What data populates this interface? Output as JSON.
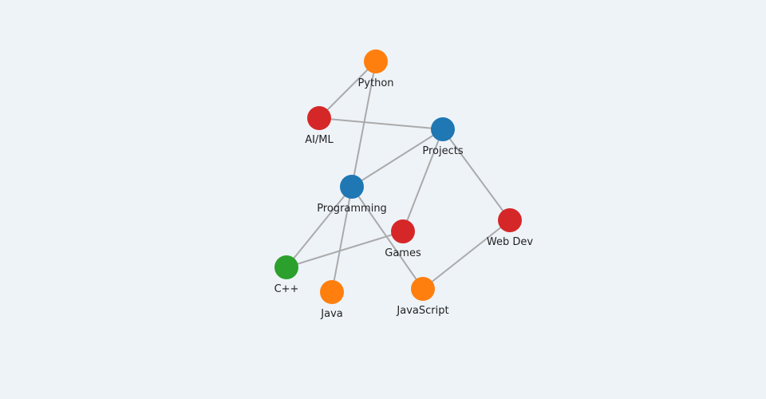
{
  "graph": {
    "nodes": [
      {
        "id": "Python",
        "label": "Python",
        "color": "#ff7f0e"
      },
      {
        "id": "AI/ML",
        "label": "AI/ML",
        "color": "#d62728"
      },
      {
        "id": "Projects",
        "label": "Projects",
        "color": "#1f77b4"
      },
      {
        "id": "Programming",
        "label": "Programming",
        "color": "#1f77b4"
      },
      {
        "id": "Games",
        "label": "Games",
        "color": "#d62728"
      },
      {
        "id": "Web Dev",
        "label": "Web Dev",
        "color": "#d62728"
      },
      {
        "id": "C++",
        "label": "C++",
        "color": "#2ca02c"
      },
      {
        "id": "Java",
        "label": "Java",
        "color": "#ff7f0e"
      },
      {
        "id": "JavaScript",
        "label": "JavaScript",
        "color": "#ff7f0e"
      }
    ],
    "edges": [
      {
        "source": "Python",
        "target": "AI/ML"
      },
      {
        "source": "Python",
        "target": "Programming"
      },
      {
        "source": "AI/ML",
        "target": "Projects"
      },
      {
        "source": "Projects",
        "target": "Programming"
      },
      {
        "source": "Projects",
        "target": "Games"
      },
      {
        "source": "Projects",
        "target": "Web Dev"
      },
      {
        "source": "Programming",
        "target": "C++"
      },
      {
        "source": "Programming",
        "target": "Java"
      },
      {
        "source": "Programming",
        "target": "JavaScript"
      },
      {
        "source": "Games",
        "target": "C++"
      },
      {
        "source": "Web Dev",
        "target": "JavaScript"
      }
    ],
    "edge_color": "#aaaaaa"
  }
}
